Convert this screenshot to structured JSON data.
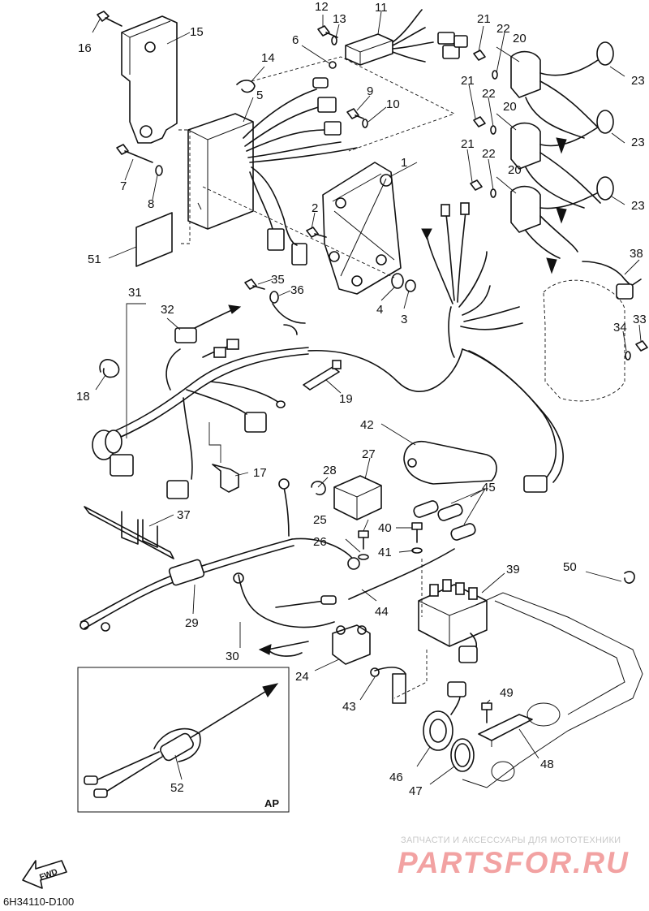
{
  "diagram_code": "6H34110-D100",
  "inset_label": "AP",
  "fwd_label": "FWD",
  "watermark": {
    "line1": "ЗАПЧАСТИ И АКСЕССУАРЫ ДЛЯ МОТОТЕХНИКИ",
    "logo": "PARTSFOR.RU"
  },
  "callouts": [
    {
      "id": "1"
    },
    {
      "id": "2"
    },
    {
      "id": "3"
    },
    {
      "id": "4"
    },
    {
      "id": "5"
    },
    {
      "id": "6"
    },
    {
      "id": "7"
    },
    {
      "id": "8"
    },
    {
      "id": "9"
    },
    {
      "id": "10"
    },
    {
      "id": "11"
    },
    {
      "id": "12"
    },
    {
      "id": "13"
    },
    {
      "id": "14"
    },
    {
      "id": "15"
    },
    {
      "id": "16"
    },
    {
      "id": "17"
    },
    {
      "id": "18"
    },
    {
      "id": "19"
    },
    {
      "id": "20"
    },
    {
      "id": "20"
    },
    {
      "id": "20"
    },
    {
      "id": "21"
    },
    {
      "id": "21"
    },
    {
      "id": "21"
    },
    {
      "id": "22"
    },
    {
      "id": "22"
    },
    {
      "id": "22"
    },
    {
      "id": "23"
    },
    {
      "id": "23"
    },
    {
      "id": "23"
    },
    {
      "id": "24"
    },
    {
      "id": "25"
    },
    {
      "id": "26"
    },
    {
      "id": "27"
    },
    {
      "id": "28"
    },
    {
      "id": "29"
    },
    {
      "id": "30"
    },
    {
      "id": "31"
    },
    {
      "id": "32"
    },
    {
      "id": "33"
    },
    {
      "id": "34"
    },
    {
      "id": "35"
    },
    {
      "id": "36"
    },
    {
      "id": "37"
    },
    {
      "id": "38"
    },
    {
      "id": "39"
    },
    {
      "id": "40"
    },
    {
      "id": "41"
    },
    {
      "id": "42"
    },
    {
      "id": "43"
    },
    {
      "id": "44"
    },
    {
      "id": "45"
    },
    {
      "id": "46"
    },
    {
      "id": "47"
    },
    {
      "id": "48"
    },
    {
      "id": "49"
    },
    {
      "id": "50"
    },
    {
      "id": "51"
    },
    {
      "id": "52"
    }
  ]
}
